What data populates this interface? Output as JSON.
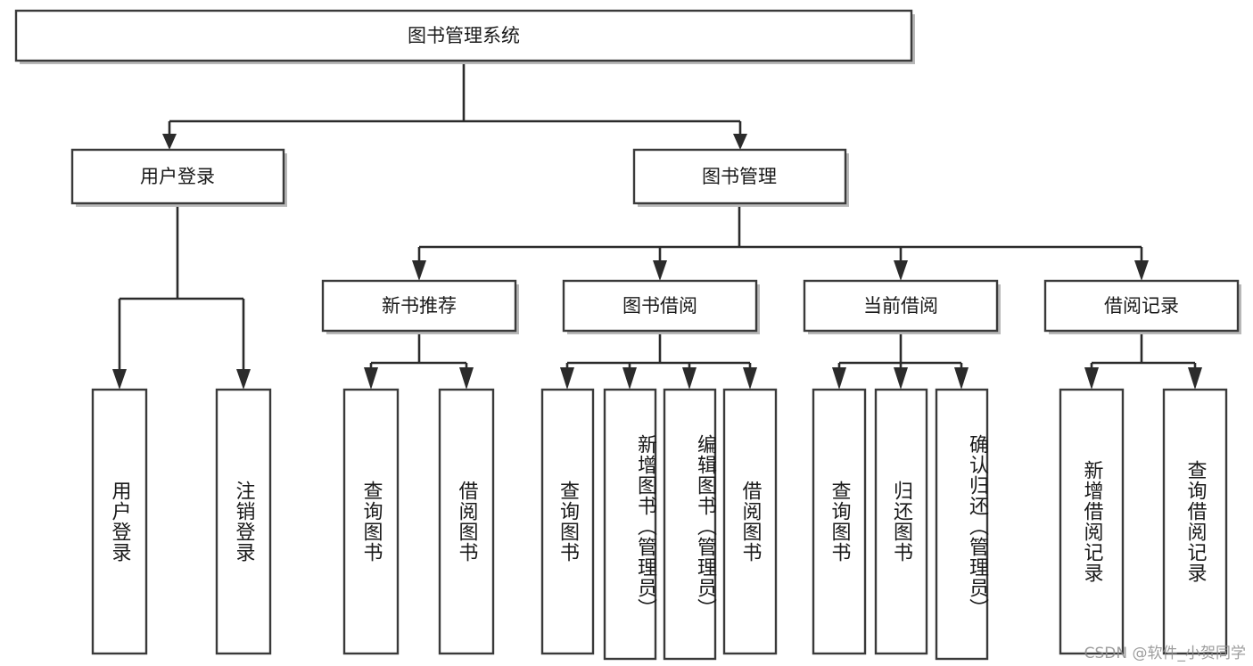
{
  "diagram": {
    "type": "tree-hierarchy-chart",
    "title": "图书管理系统",
    "watermark": "CSDN @软件_小贺同学",
    "colors": {
      "box_fill": "#ffffff",
      "box_stroke": "#3a3a3a",
      "connector": "#2b2b2b",
      "text": "#1a1a1a",
      "watermark": "#8d8d8d"
    },
    "root": {
      "label": "图书管理系统"
    },
    "level2": [
      {
        "id": "user-login",
        "label": "用户登录"
      },
      {
        "id": "book-management",
        "label": "图书管理"
      }
    ],
    "level3": [
      {
        "id": "new-book-recommend",
        "label": "新书推荐",
        "parent": "book-management"
      },
      {
        "id": "book-borrow",
        "label": "图书借阅",
        "parent": "book-management"
      },
      {
        "id": "current-borrow",
        "label": "当前借阅",
        "parent": "book-management"
      },
      {
        "id": "borrow-record",
        "label": "借阅记录",
        "parent": "book-management"
      }
    ],
    "leaves": [
      {
        "id": "leaf-user-login",
        "label": "用户登录",
        "parent": "user-login"
      },
      {
        "id": "leaf-logout-login",
        "label": "注销登录",
        "parent": "user-login"
      },
      {
        "id": "leaf-query-book-1",
        "label": "查询图书",
        "parent": "new-book-recommend"
      },
      {
        "id": "leaf-borrow-book-1",
        "label": "借阅图书",
        "parent": "new-book-recommend"
      },
      {
        "id": "leaf-query-book-2",
        "label": "查询图书",
        "parent": "book-borrow"
      },
      {
        "id": "leaf-add-book-admin",
        "label": "新增图书（管理员）",
        "parent": "book-borrow"
      },
      {
        "id": "leaf-edit-book-admin",
        "label": "编辑图书（管理员）",
        "parent": "book-borrow"
      },
      {
        "id": "leaf-borrow-book-2",
        "label": "借阅图书",
        "parent": "book-borrow"
      },
      {
        "id": "leaf-query-book-3",
        "label": "查询图书",
        "parent": "current-borrow"
      },
      {
        "id": "leaf-return-book",
        "label": "归还图书",
        "parent": "current-borrow"
      },
      {
        "id": "leaf-confirm-return-admin",
        "label": "确认归还（管理员）",
        "parent": "current-borrow"
      },
      {
        "id": "leaf-add-borrow-record",
        "label": "新增借阅记录",
        "parent": "borrow-record"
      },
      {
        "id": "leaf-query-borrow-record",
        "label": "查询借阅记录",
        "parent": "borrow-record"
      }
    ]
  }
}
